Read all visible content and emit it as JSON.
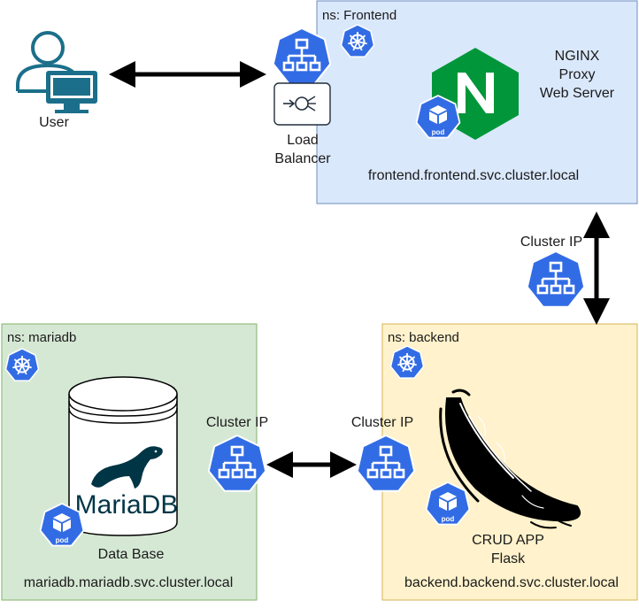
{
  "user": {
    "label": "User"
  },
  "load_balancer": {
    "line1": "Load",
    "line2": "Balancer"
  },
  "namespaces": {
    "frontend": {
      "title": "ns: Frontend",
      "app_line1": "NGINX",
      "app_line2": "Proxy",
      "app_line3": "Web Server",
      "dns": "frontend.frontend.svc.cluster.local",
      "pod_label": "pod"
    },
    "backend": {
      "title": "ns: backend",
      "app_line1": "CRUD APP",
      "app_line2": "Flask",
      "dns": "backend.backend.svc.cluster.local",
      "pod_label": "pod"
    },
    "mariadb": {
      "title": "ns: mariadb",
      "db_brand": "MariaDB",
      "db_label": "Data Base",
      "dns": "mariadb.mariadb.svc.cluster.local",
      "pod_label": "pod"
    }
  },
  "services": {
    "frontend_backend": "Cluster IP",
    "mariadb_side": "Cluster IP",
    "backend_side": "Cluster IP"
  },
  "colors": {
    "k8s_blue": "#326ce5",
    "frontend_fill": "#dae8fc",
    "frontend_stroke": "#6c8ebf",
    "backend_fill": "#fff2cc",
    "backend_stroke": "#d6b656",
    "mariadb_fill": "#d5e8d4",
    "mariadb_stroke": "#82b366",
    "nginx_green": "#009639",
    "user_teal": "#1b6f8a",
    "mariadb_brand": "#003545"
  }
}
